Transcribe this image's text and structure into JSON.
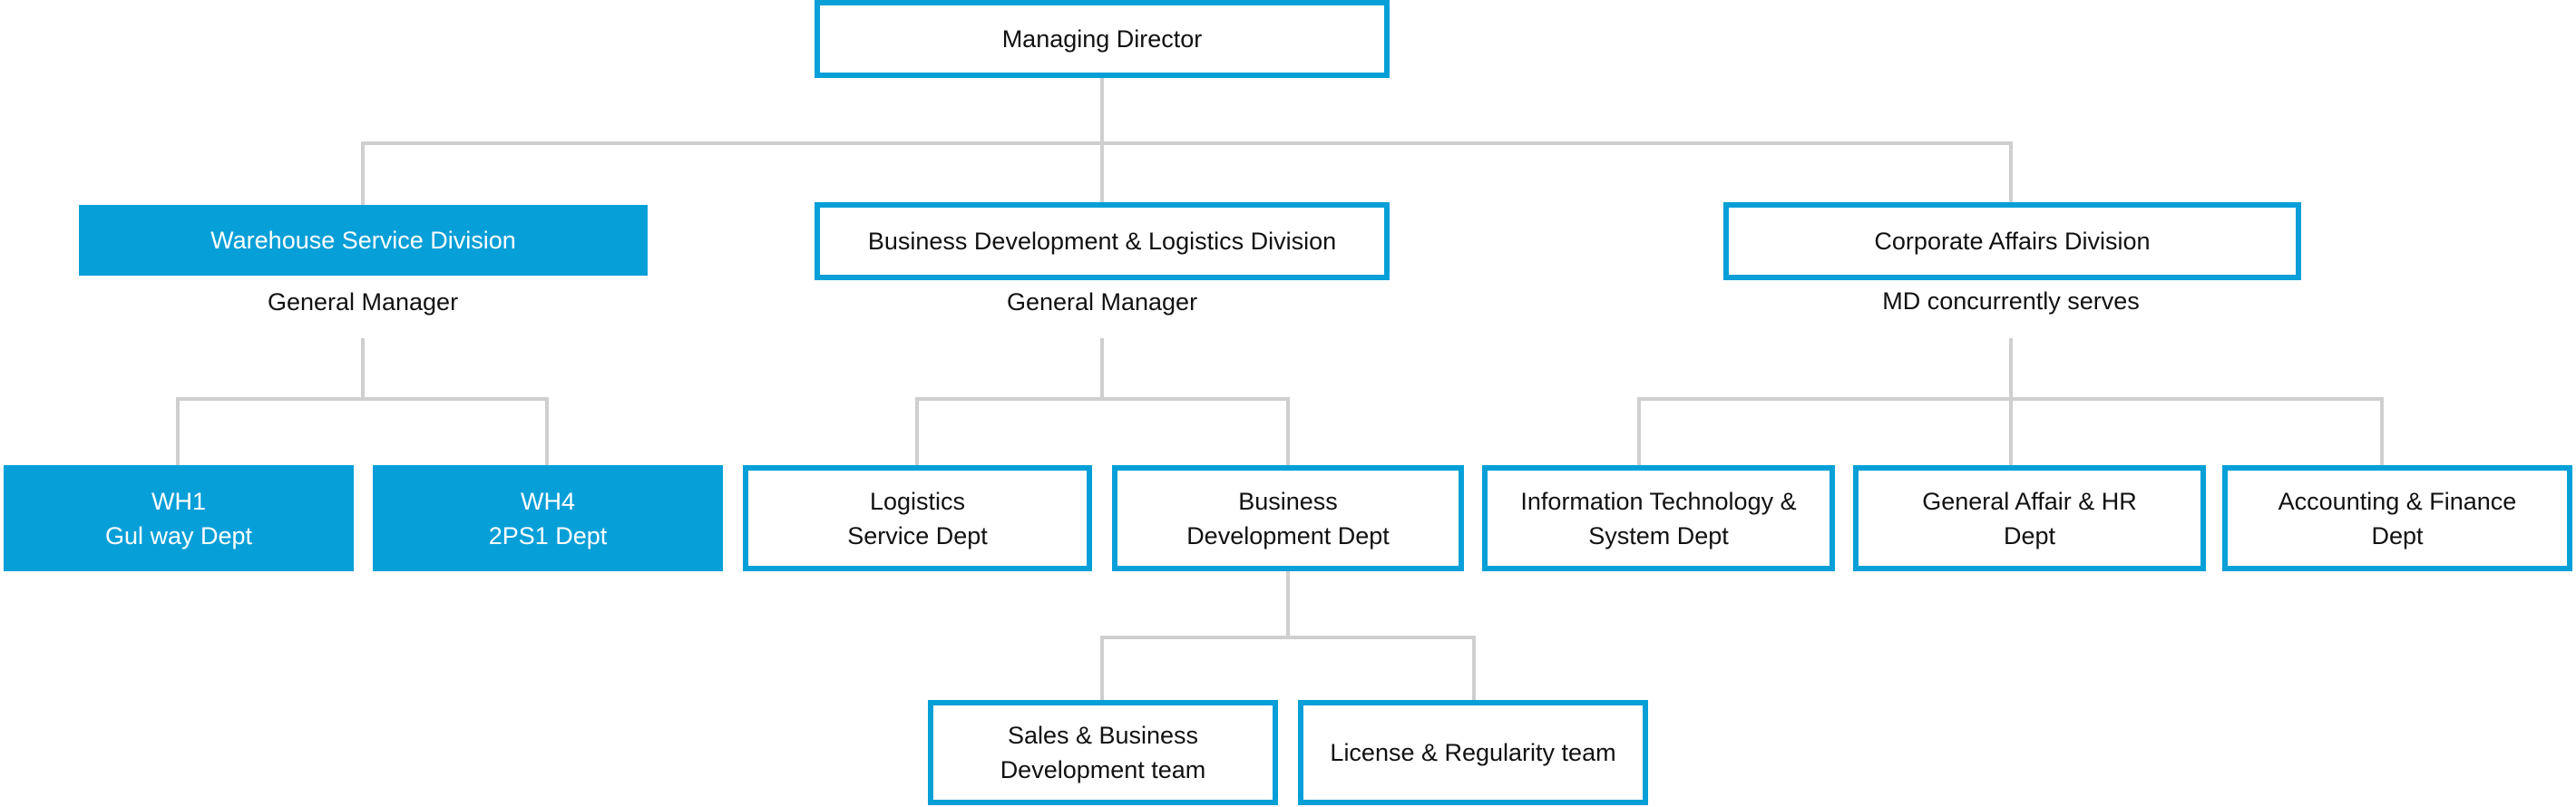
{
  "root": {
    "label": "Managing Director"
  },
  "divisions": [
    {
      "label": "Warehouse Service Division",
      "head": "General Manager"
    },
    {
      "label": "Business Development & Logistics Division",
      "head": "General Manager"
    },
    {
      "label": "Corporate Affairs Division",
      "head": "MD concurrently serves"
    }
  ],
  "departments": {
    "warehouse": [
      "WH1\nGul way Dept",
      "WH4\n2PS1 Dept"
    ],
    "business": [
      "Logistics\nService Dept",
      "Business\nDevelopment Dept"
    ],
    "corporate": [
      "Information Technology &\nSystem Dept",
      "General Affair & HR\nDept",
      "Accounting & Finance\nDept"
    ]
  },
  "teams": [
    "Sales & Business\nDevelopment team",
    "License & Regularity team"
  ],
  "colors": {
    "accent": "#079fd8",
    "connector": "#cfcfcf"
  }
}
